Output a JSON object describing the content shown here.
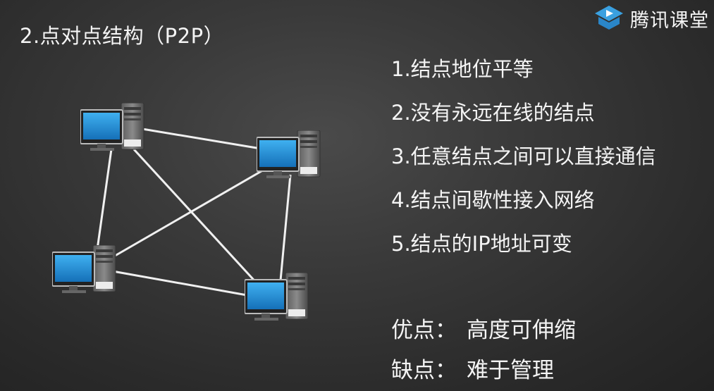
{
  "slide": {
    "title": "2.点对点结构（P2P）",
    "logo": {
      "text": "腾讯课堂",
      "icon": "tencent-classroom-logo-icon"
    },
    "points": [
      "1.结点地位平等",
      "2.没有永远在线的结点",
      "3.任意结点之间可以直接通信",
      "4.结点间歇性接入网络",
      "5.结点的IP地址可变"
    ],
    "pros": {
      "label": "优点：",
      "text": "高度可伸缩"
    },
    "cons": {
      "label": "缺点：",
      "text": "难于管理"
    },
    "diagram": {
      "nodes": [
        {
          "name": "computer-top-left",
          "icon": "desktop-computer-icon"
        },
        {
          "name": "computer-top-right",
          "icon": "desktop-computer-icon"
        },
        {
          "name": "computer-bottom-left",
          "icon": "desktop-computer-icon"
        },
        {
          "name": "computer-bottom-right",
          "icon": "desktop-computer-icon"
        }
      ],
      "link_color": "#f0f0f0",
      "screen_color": "#1f8fd6"
    }
  }
}
